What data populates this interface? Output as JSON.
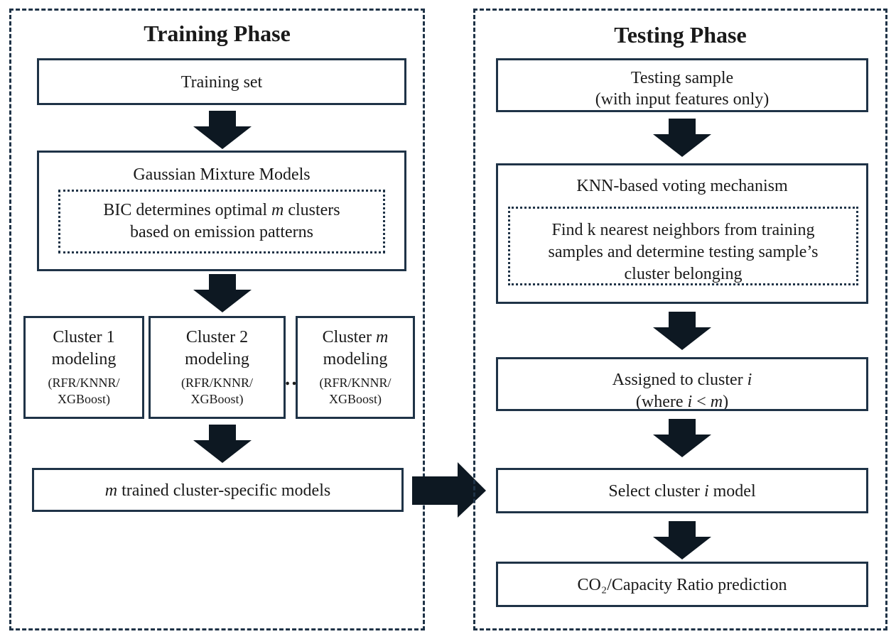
{
  "training": {
    "title": "Training Phase",
    "training_set": "Training set",
    "gmm": {
      "title": "Gaussian Mixture Models",
      "inner_line1_pre": "BIC determines optimal ",
      "inner_line1_var": "m",
      "inner_line1_post": " clusters",
      "inner_line2": "based on emission patterns"
    },
    "clusters": [
      {
        "line1": "Cluster 1",
        "line2": "modeling",
        "line3": "(RFR/KNNR/",
        "line4": "XGBoost)"
      },
      {
        "line1": "Cluster 2",
        "line2": "modeling",
        "line3": "(RFR/KNNR/",
        "line4": "XGBoost)"
      },
      {
        "line1_pre": "Cluster ",
        "line1_var": "m",
        "line2": "modeling",
        "line3": "(RFR/KNNR/",
        "line4": "XGBoost)"
      }
    ],
    "ellipsis": "…",
    "trained_var": "m",
    "trained_text": " trained cluster-specific models"
  },
  "testing": {
    "title": "Testing Phase",
    "sample_line1": "Testing sample",
    "sample_line2": "(with input features only)",
    "knn": {
      "title": "KNN-based voting mechanism",
      "inner_line1": "Find k nearest neighbors from training",
      "inner_line2": "samples and determine testing sample’s",
      "inner_line3": "cluster belonging"
    },
    "assigned_pre": "Assigned to cluster ",
    "assigned_var": "i",
    "where_pre": "(where ",
    "where_var1": "i",
    "where_mid": " < ",
    "where_var2": "m",
    "where_post": ")",
    "select_pre": "Select cluster ",
    "select_var": "i",
    "select_post": " model",
    "prediction": "CO₂/Capacity Ratio prediction"
  }
}
